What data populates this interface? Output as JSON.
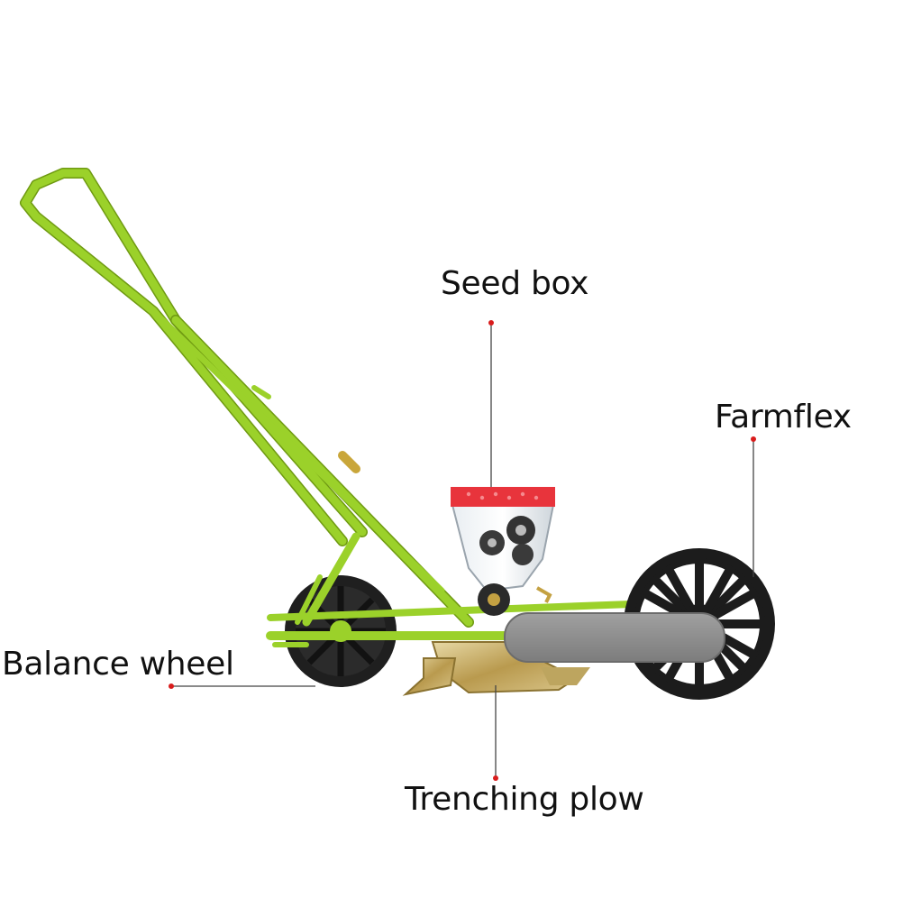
{
  "labels": {
    "seed_box": "Seed box",
    "farmflex": "Farmflex",
    "balance_wheel": "Balance wheel",
    "trenching_plow": "Trenching plow"
  },
  "colors": {
    "frame_green": "#9bd12a",
    "frame_shadow": "#6f9a12",
    "wheel_black": "#1f1f1f",
    "hopper_lid_red": "#e8343c",
    "cover_gray": "#8d8d8d",
    "plow_metal": "#c9b273",
    "leader_line": "#444444",
    "leader_dot": "#d91c1c"
  }
}
